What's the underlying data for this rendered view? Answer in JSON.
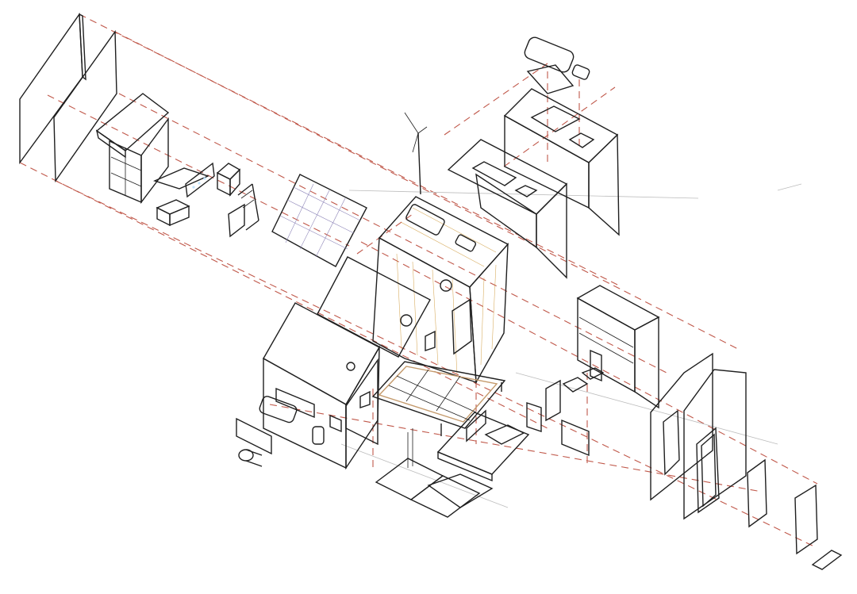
{
  "diagram": {
    "type": "exploded-axonometric",
    "colors": {
      "background": "#ffffff",
      "outline": "#1f1f1f",
      "guide_line": "#c0584a",
      "pale_yellow": "#f1f1a0",
      "light_yellow": "#f6f5b6",
      "warm_wood": "#e8b23c",
      "warm_wood_dark": "#d29b2a",
      "timber": "#c49a6c",
      "timber_dark": "#8e6a45",
      "white_panel": "#f7f8fa",
      "grey_panel": "#d6dadf",
      "solar_panel": "#3e3568",
      "blue_cushion": "#7f97ab",
      "window_frame": "#d9c8a4"
    },
    "components": [
      "left-gable-end-wall",
      "left-insulation-layer",
      "loft-bed-bookshelf",
      "desk-and-bench",
      "control-panel",
      "water-heater",
      "loft-ladder",
      "solar-panel",
      "wind-turbine",
      "roof-skylight-cushions",
      "upper-white-wall-module",
      "upper-yellow-insulation-layer",
      "timber-core-module",
      "front-roof-insulation",
      "front-white-wall-module",
      "front-insulation-layer",
      "floor-frame",
      "bench-seat",
      "water-tank",
      "floor-base-modules",
      "sofa-platform",
      "kitchen-cabinet",
      "bathroom-fixtures",
      "right-insulation-layer",
      "right-gable-end-wall",
      "side-door-panel",
      "end-door-panel",
      "doorstep"
    ]
  }
}
